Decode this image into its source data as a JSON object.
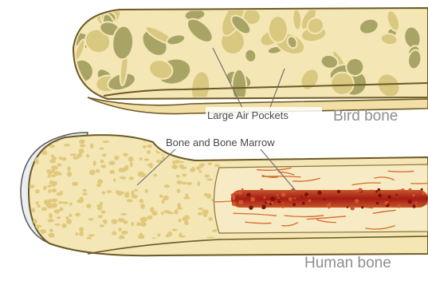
{
  "labels": {
    "air_pockets": "Large Air Pockets",
    "marrow": "Bone and Bone Marrow",
    "bird": "Bird bone",
    "human": "Human bone"
  },
  "colors": {
    "bone_fill": "#f4e6b5",
    "bone_edge": "#6d5a24",
    "spongy_cell": "#e1c97b",
    "bird_strut": "#a8a466",
    "bird_pocket": "#d9c880",
    "cartilage": "#e9eef3",
    "marrow": "#b8281c",
    "vessel": "#d86a2a"
  }
}
